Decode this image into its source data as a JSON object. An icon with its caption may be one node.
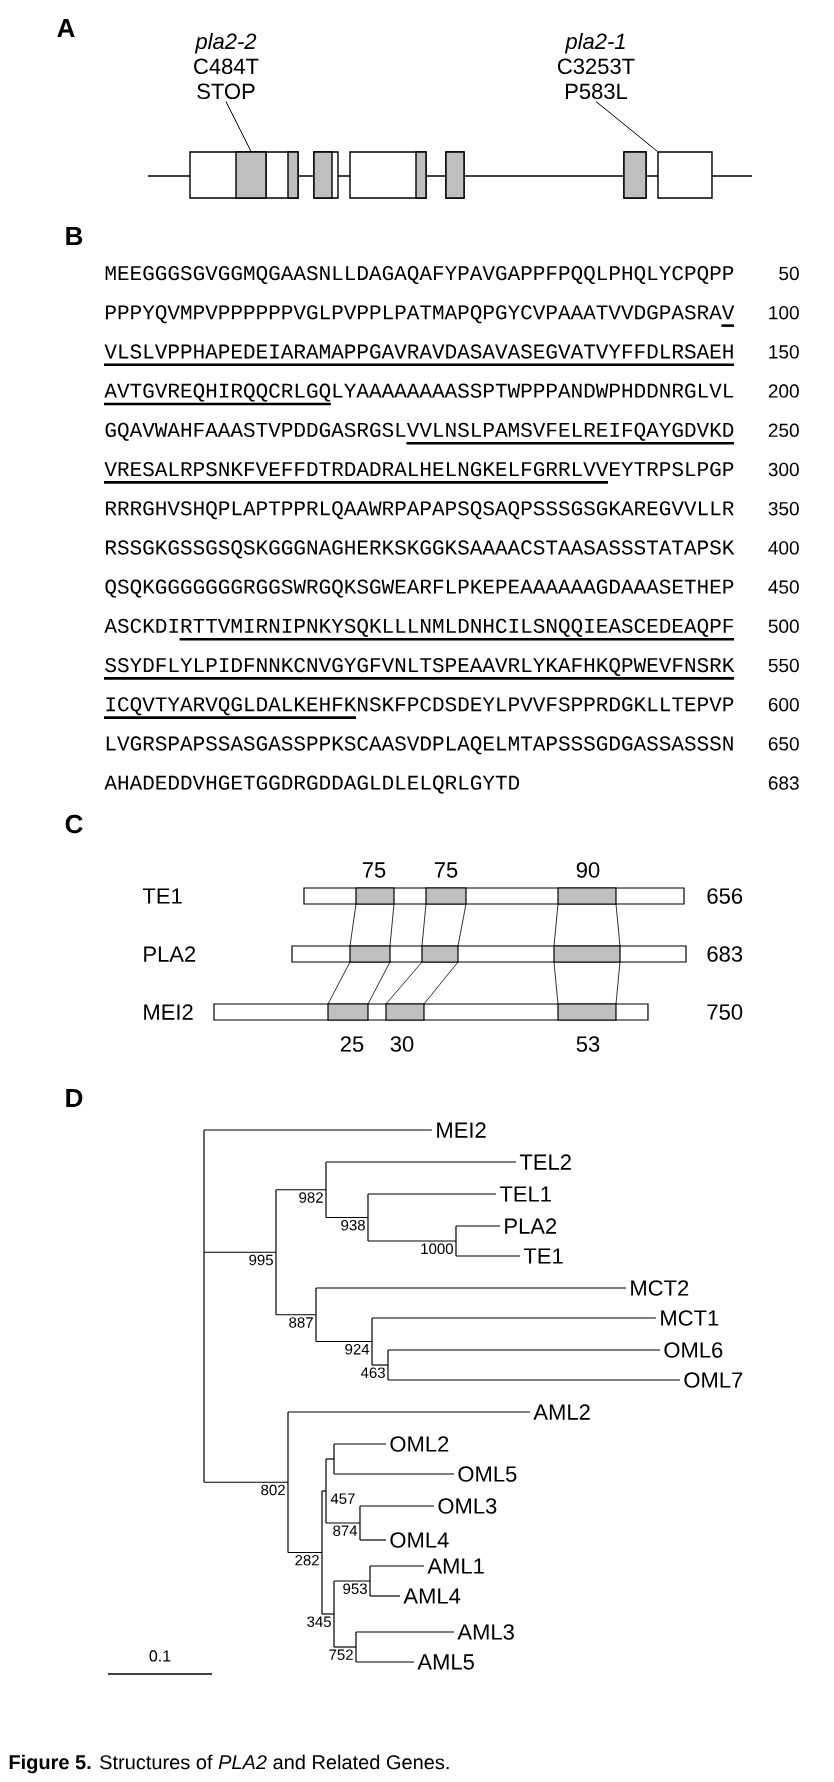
{
  "diagram": {
    "caption": "**Figure 5.** Structures of *PLA2* and Related Genes.",
    "nodes": [
      {
        "text": [
          "pla2-2",
          "C484T",
          "STOP"
        ]
      },
      {
        "text": [
          "pla2-1",
          "C3253T",
          "P583L"
        ]
      },
      {
        "text": [],
        "shape": "box"
      },
      {
        "text": [],
        "shape": "box"
      }
    ],
    "edges": [
      {
        "from": 0,
        "to": 2,
        "arrow": "none"
      },
      {
        "from": 1,
        "to": 3,
        "arrow": "none"
      }
    ],
    "labels": [
      "A",
      "B",
      "MEEGGGSGVGGMQGAASNLLDAGAQAFYPAVGAPPFPQQLPHQLYCPQPP",
      "50",
      "PPPYQVMPVPPPPPPVGLPVPPLPATMAPQPGYCVPAAATVVDGPASRAV",
      "100",
      "VLSLVPPHAPEDEIARAMAPPGAVRAVDASAVASEGVATVYFFDLRSAEH",
      "150",
      "AVTGVREQHIRQQCRLGQLYAAAAAAAASSPTWPPPANDWPHDDNRGLVL",
      "200",
      "GQAVWAHFAAASTVPDDGASRGSLVVLNSLPAMSVFELREIFQAYGDVKD",
      "250",
      "VRESALRPSNKFVEFFDTRDADRALHELNGKELFGRRLVVEYTRPSLPGP",
      "300",
      "RRRGHVSHQPLAPTPPRLQAAWRPAPAPSQSAQPSSSGSGKAREGVVLLR",
      "350",
      "RSSGKGSSGSQSKGGGNAGHERKSKGGKSAAAACSTAASASSSTATAPSK",
      "400",
      "QSQKGGGGGGGRGGSWRGQKSGWEARFLPKEPEAAAAAAGDAAASETHEP",
      "450",
      "ASCKDIRTTVMIRNIPNKYSQKLLLNMLDNHCILSNQQIEASCEDEAQPF",
      "500",
      "SSYDFLYLPIDFNNKCNVGYGFVNLTSPEAAVRLYKAFHKQPWEVFNSRK",
      "550",
      "ICQVTYARVQGLDALKEHFKNSKFPCDSDEYLPVVFSPPRDGKLLTEPVP",
      "600",
      "LVGRSPAPSSASGASSPPKSCAASVDPLAQELMTAPSSSGDGASSASSSN",
      "650",
      "AHADEDDVHGETGGDRGDDAGLDLELQRLGYTD",
      "683",
      "C",
      "75",
      "75",
      "90",
      "TE1",
      "656",
      "PLA2",
      "683",
      "MEI2",
      "750",
      "25",
      "30",
      "53",
      "D",
      "MEI2",
      "TEL2",
      "982",
      "TEL1",
      "938",
      "PLA2",
      "995",
      "1000",
      "TE1",
      "MCT2",
      "887",
      "MCT1",
      "924",
      "OML6",
      "463",
      "OML7",
      "AML2",
      "OML2",
      "802",
      "OML5",
      "457",
      "OML3",
      "282",
      "OML4",
      "874",
      "AML1",
      "AML4",
      "953",
      "345",
      "AML3",
      "0.1",
      "752",
      "AML5"
    ]
  }
}
